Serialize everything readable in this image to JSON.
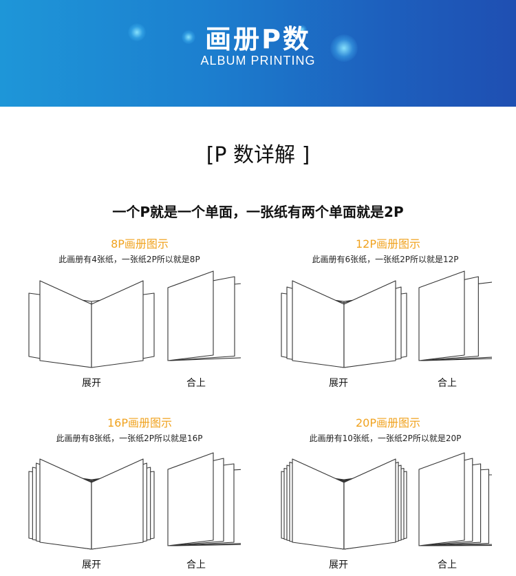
{
  "banner": {
    "title": "画册P数",
    "subtitle": "ALBUM PRINTING"
  },
  "section_title": "[P 数详解 ]",
  "lead": "一个P就是一个单面，一张纸有两个单面就是2P",
  "items": [
    {
      "title": "8P画册图示",
      "desc": "此画册有4张纸，一张纸2P所以就是8P",
      "open_label": "展开",
      "closed_label": "合上",
      "sheets": 4
    },
    {
      "title": "12P画册图示",
      "desc": "此画册有6张纸，一张纸2P所以就是12P",
      "open_label": "展开",
      "closed_label": "合上",
      "sheets": 6
    },
    {
      "title": "16P画册图示",
      "desc": "此画册有8张纸，一张纸2P所以就是16P",
      "open_label": "展开",
      "closed_label": "合上",
      "sheets": 8
    },
    {
      "title": "20P画册图示",
      "desc": "此画册有10张纸，一张纸2P所以就是20P",
      "open_label": "展开",
      "closed_label": "合上",
      "sheets": 10
    }
  ]
}
